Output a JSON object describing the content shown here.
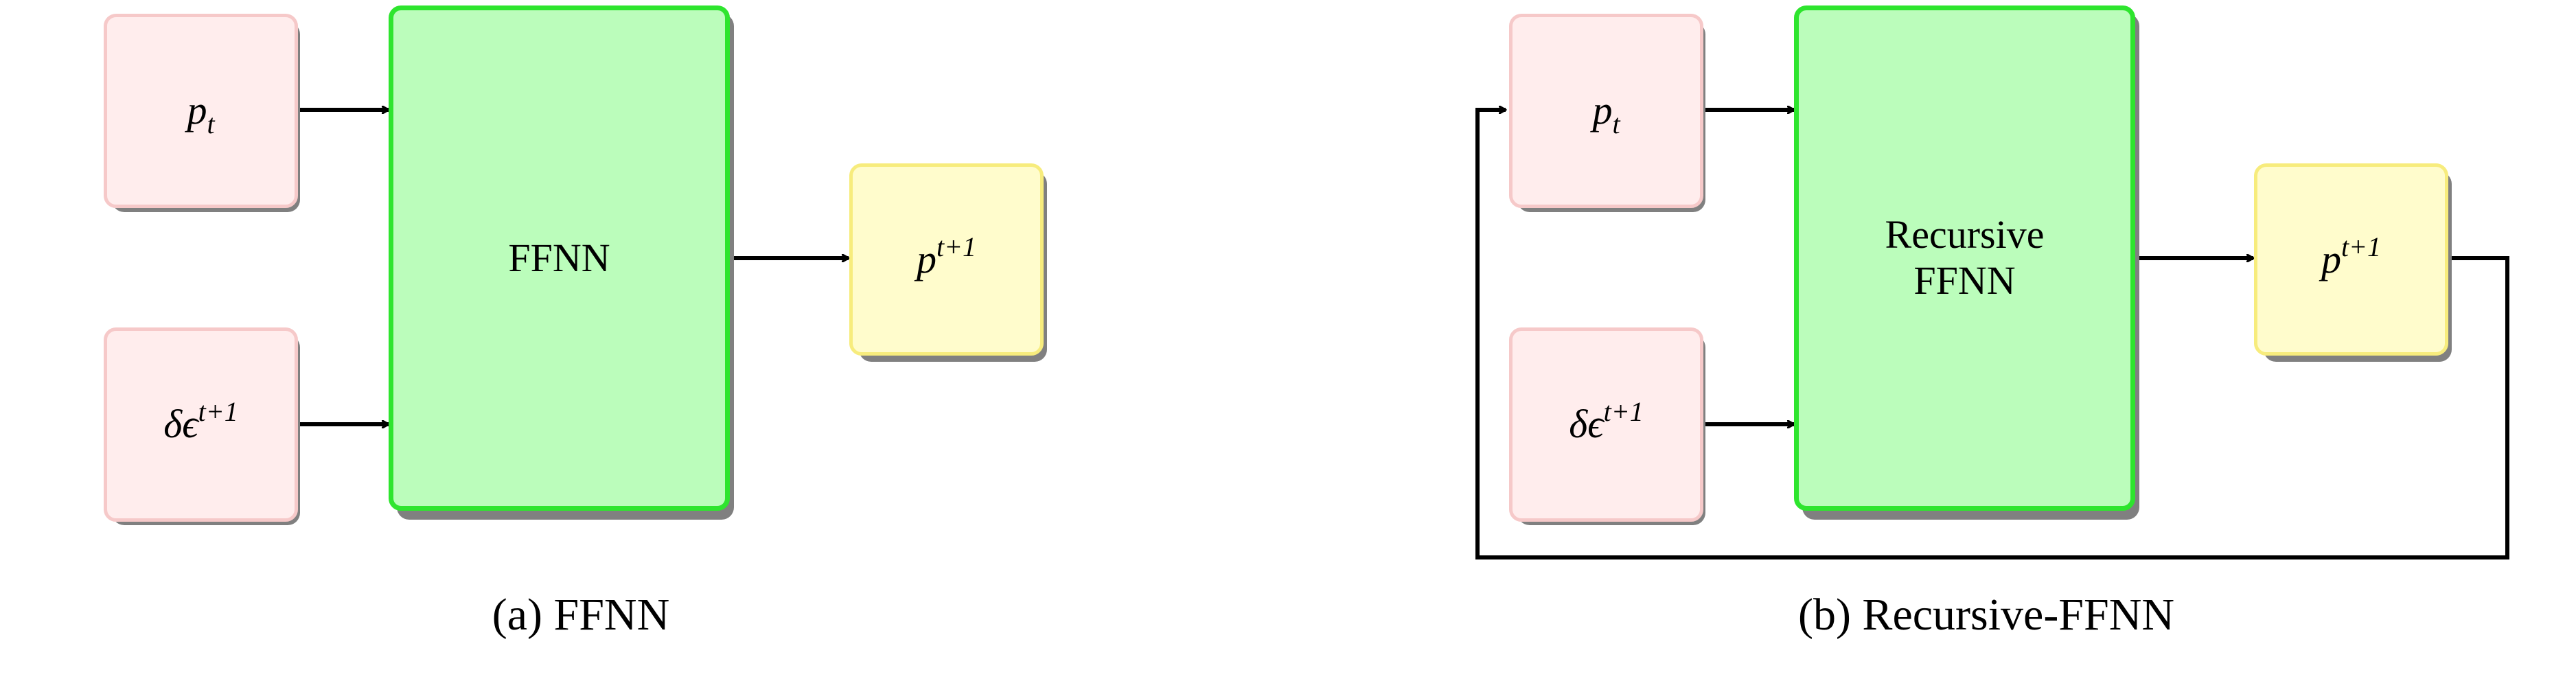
{
  "panel_a": {
    "inputs": [
      {
        "base": "p",
        "sub": "t",
        "sup": ""
      },
      {
        "base": "δϵ",
        "sub": "",
        "sup": "t+1"
      }
    ],
    "model_label": "FFNN",
    "output": {
      "base": "p",
      "sub": "",
      "sup": "t+1"
    },
    "caption": "(a) FFNN"
  },
  "panel_b": {
    "inputs": [
      {
        "base": "p",
        "sub": "t",
        "sup": ""
      },
      {
        "base": "δϵ",
        "sub": "",
        "sup": "t+1"
      }
    ],
    "model_label_line1": "Recursive",
    "model_label_line2": "FFNN",
    "output": {
      "base": "p",
      "sub": "",
      "sup": "t+1"
    },
    "caption": "(b) Recursive-FFNN"
  },
  "colors": {
    "input_fill": "#ffeded",
    "input_border": "#f6c9c9",
    "model_fill": "#bbfdbb",
    "model_border": "#2ee52e",
    "output_fill": "#fffccc",
    "output_border": "#f7ec7d",
    "shadow": "#808080",
    "arrow": "#000000"
  }
}
